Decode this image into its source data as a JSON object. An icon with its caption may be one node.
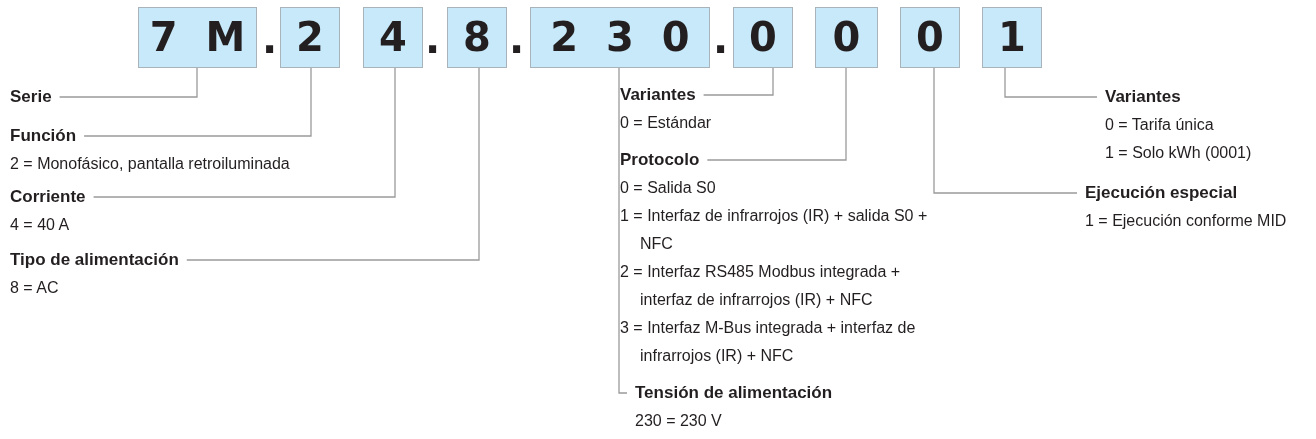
{
  "diagram": {
    "nodes": [
      {
        "text": [
          "7 M"
        ]
      },
      {
        "text": [
          "2"
        ]
      },
      {
        "text": [
          "4"
        ]
      },
      {
        "text": [
          "8"
        ]
      },
      {
        "text": [
          "2 3 0"
        ]
      },
      {
        "text": [
          "0"
        ]
      },
      {
        "text": [
          "0"
        ]
      },
      {
        "text": [
          "0"
        ]
      },
      {
        "text": [
          "1"
        ]
      },
      {
        "text": [
          "Serie"
        ]
      },
      {
        "text": [
          "Función",
          "2 = Monofásico, pantalla retroiluminada"
        ]
      },
      {
        "text": [
          "Corriente",
          "4 = 40 A"
        ]
      },
      {
        "text": [
          "Tipo de alimentación",
          "8 = AC"
        ]
      },
      {
        "text": [
          "Variantes",
          "0 = Estándar"
        ]
      },
      {
        "text": [
          "Protocolo",
          "0 = Salida S0",
          "1 = Interfaz de infrarrojos (IR) + salida S0 + NFC",
          "2 = Interfaz RS485 Modbus integrada + interfaz de infrarrojos (IR) + NFC",
          "3 = Interfaz M-Bus integrada + interfaz de infrarrojos (IR) + NFC"
        ]
      },
      {
        "text": [
          "Tensión de alimentación",
          "230 = 230 V"
        ]
      },
      {
        "text": [
          "Variantes",
          "0 = Tarifa única",
          "1 = Solo kWh (0001)"
        ]
      },
      {
        "text": [
          "Ejecución especial",
          "1 = Ejecución conforme MID"
        ]
      }
    ],
    "edges": [
      {
        "from": 9,
        "to": 0,
        "arrow": "none"
      },
      {
        "from": 10,
        "to": 1,
        "arrow": "none"
      },
      {
        "from": 11,
        "to": 2,
        "arrow": "none"
      },
      {
        "from": 12,
        "to": 3,
        "arrow": "none"
      },
      {
        "from": 13,
        "to": 5,
        "arrow": "none"
      },
      {
        "from": 14,
        "to": 6,
        "arrow": "none"
      },
      {
        "from": 15,
        "to": 4,
        "arrow": "none"
      },
      {
        "from": 16,
        "to": 8,
        "arrow": "none"
      },
      {
        "from": 17,
        "to": 7,
        "arrow": "none"
      }
    ],
    "labels": [
      ".",
      ".",
      ".",
      "."
    ]
  }
}
